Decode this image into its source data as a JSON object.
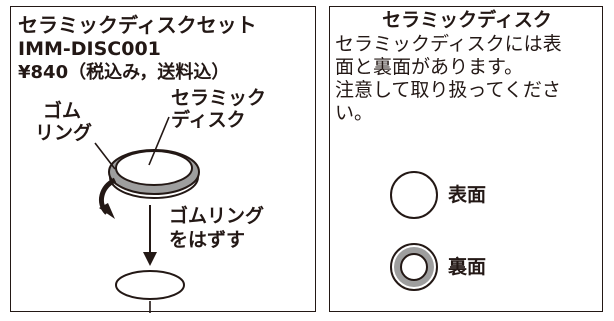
{
  "left_panel": {
    "title": "セラミックディスクセット",
    "product_code": "IMM-DISC001",
    "price": "¥840（税込み，送料込）",
    "label_gomu_line1": "ゴム",
    "label_gomu_line2": "リング",
    "label_disc_line1": "セラミック",
    "label_disc_line2": "ディスク",
    "label_remove_line1": "ゴムリング",
    "label_remove_line2": "をはずす"
  },
  "right_panel": {
    "title": "セラミックディスク",
    "desc_line1": "セラミックディスクには表",
    "desc_line2": "面と裏面があります。",
    "desc_line3": "注意して取り扱ってくださ",
    "desc_line4": "い。",
    "front_label": "表面",
    "back_label": "裏面"
  }
}
